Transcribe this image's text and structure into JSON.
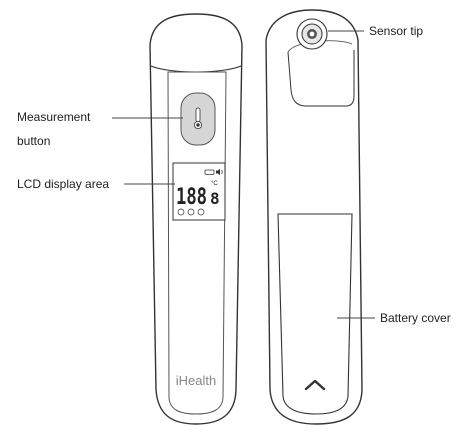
{
  "labels": {
    "sensor_tip": "Sensor tip",
    "measurement_button_line1": "Measurement",
    "measurement_button_line2": "button",
    "lcd_display_area": "LCD display area",
    "battery_cover": "Battery cover"
  },
  "device_front": {
    "brand": "iHealth",
    "lcd_digits": "188",
    "lcd_unit": "°C",
    "lcd_decimal": "8"
  },
  "colors": {
    "outline": "#333333",
    "button_fill": "#d6d6d6",
    "lcd_fill": "#ffffff",
    "brand_text": "#888888"
  }
}
